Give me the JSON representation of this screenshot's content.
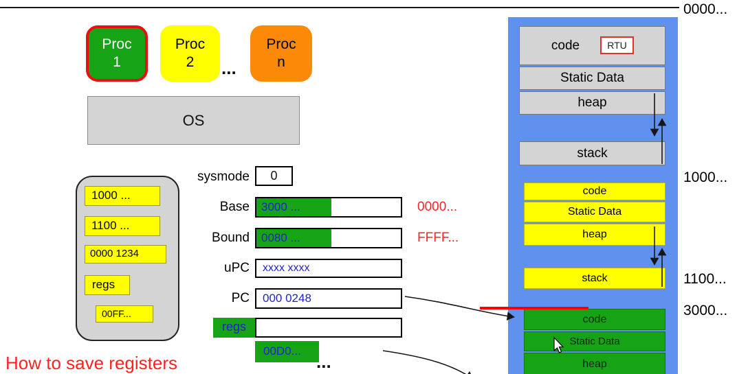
{
  "processes": [
    {
      "name": "Proc",
      "num": "1"
    },
    {
      "name": "Proc",
      "num": "2"
    },
    {
      "name": "Proc",
      "num": "n"
    }
  ],
  "processes_ellipsis": "...",
  "os_label": "OS",
  "pcb": {
    "items": [
      "1000 ...",
      "1100 ...",
      "0000 1234",
      "regs",
      "00FF..."
    ]
  },
  "registers": {
    "sysmode_label": "sysmode",
    "sysmode_value": "0",
    "base_label": "Base",
    "base_value": "3000 ...",
    "base_shadow": "0000...",
    "bound_label": "Bound",
    "bound_value": "0080 ...",
    "bound_shadow": "FFFF...",
    "upc_label": "uPC",
    "upc_value": "xxxx xxxx",
    "pc_label": "PC",
    "pc_value": "000 0248",
    "regs_label": "regs",
    "saved_regs": "00D0...",
    "ellipsis": "..."
  },
  "caption": "How to save registers",
  "memory": {
    "addresses": {
      "a0": "0000...",
      "a1": "1000...",
      "a2": "1100...",
      "a3": "3000..."
    },
    "gray_section": {
      "code": "code",
      "rtu": "RTU",
      "static_data": "Static Data",
      "heap": "heap",
      "stack": "stack"
    },
    "yellow_section": {
      "code": "code",
      "static_data": "Static Data",
      "heap": "heap",
      "stack": "stack"
    },
    "green_section": {
      "code": "code",
      "static_data": "Static Data",
      "heap": "heap"
    }
  },
  "colors": {
    "green": "#16a416",
    "yellow": "#ffff00",
    "orange": "#fd8908",
    "gray": "#d4d4d4",
    "memory_blue": "#6191ee",
    "register_text_blue": "#2222cc",
    "annotation_red": "#ff2222",
    "highlight_red": "#ff0000"
  }
}
